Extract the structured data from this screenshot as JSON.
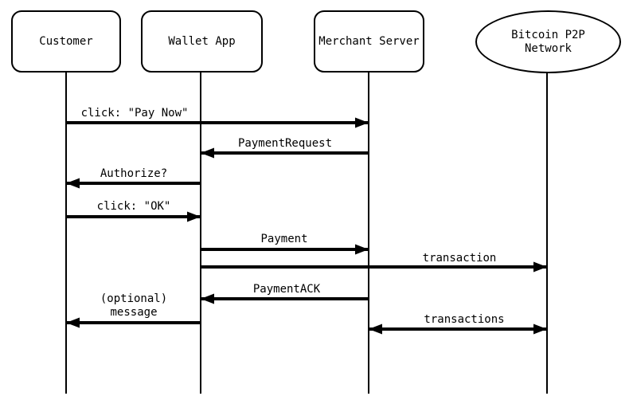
{
  "diagram": {
    "type": "sequence-diagram",
    "colors": {
      "line": "#000000",
      "background": "#ffffff",
      "text": "#000000"
    },
    "actors": [
      {
        "id": "customer",
        "label": "Customer",
        "shape": "rounded-rect"
      },
      {
        "id": "wallet-app",
        "label": "Wallet App",
        "shape": "rounded-rect"
      },
      {
        "id": "merchant-server",
        "label": "Merchant Server",
        "shape": "rounded-rect"
      },
      {
        "id": "bitcoin-p2p-network",
        "label": "Bitcoin P2P\nNetwork",
        "shape": "ellipse"
      }
    ],
    "messages": [
      {
        "label": "click: \"Pay Now\"",
        "from": "Customer",
        "to": "Merchant Server",
        "direction": "right"
      },
      {
        "label": "PaymentRequest",
        "from": "Merchant Server",
        "to": "Wallet App",
        "direction": "left"
      },
      {
        "label": "Authorize?",
        "from": "Wallet App",
        "to": "Customer",
        "direction": "left"
      },
      {
        "label": "click: \"OK\"",
        "from": "Customer",
        "to": "Wallet App",
        "direction": "right"
      },
      {
        "label": "Payment",
        "from": "Wallet App",
        "to": "Merchant Server",
        "direction": "right"
      },
      {
        "label": "transaction",
        "from": "Wallet App",
        "to": "Bitcoin P2P Network",
        "direction": "right"
      },
      {
        "label": "PaymentACK",
        "from": "Merchant Server",
        "to": "Wallet App",
        "direction": "left"
      },
      {
        "label": "(optional)\nmessage",
        "from": "Wallet App",
        "to": "Customer",
        "direction": "left"
      },
      {
        "label": "transactions",
        "from": "Merchant Server",
        "to": "Bitcoin P2P Network",
        "direction": "both"
      }
    ]
  }
}
